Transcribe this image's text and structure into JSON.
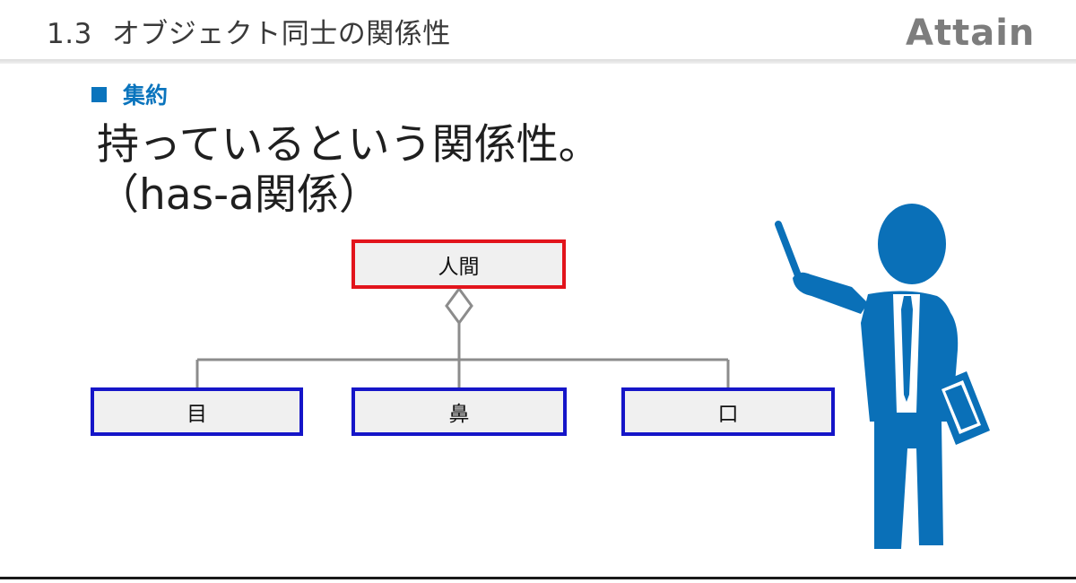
{
  "header": {
    "section_number": "1.3",
    "section_title": "オブジェクト同士の関係性",
    "logo_text": "Attain"
  },
  "content": {
    "bullet_label": "集約",
    "main_line1": "持っているという関係性。",
    "main_line2": "（has-a関係）"
  },
  "diagram": {
    "parent": "人間",
    "children": [
      "目",
      "鼻",
      "口"
    ]
  },
  "colors": {
    "accent_blue": "#0a74bd",
    "parent_border": "#e2141c",
    "child_border": "#1515c8",
    "connector": "#8c8c8c",
    "figure": "#0a70b8"
  },
  "icons": {
    "presenter": "presenter-with-pointer-icon",
    "bullet": "square-bullet-icon"
  }
}
